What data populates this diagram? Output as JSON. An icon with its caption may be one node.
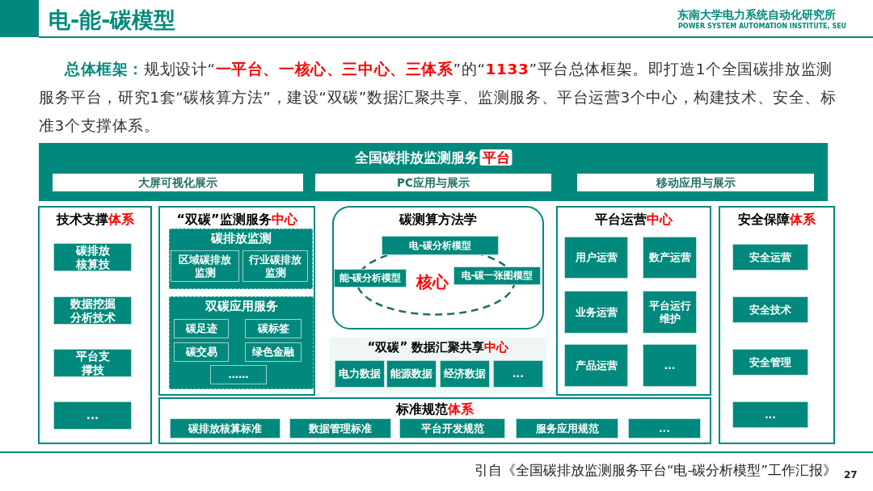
{
  "diagram": {
    "title": "电-能-碳模型",
    "caption": "引自《全国碳排放监测服务平台“电-碳分析模型”工作汇报》",
    "nodes": [
      {
        "text": [
          "全国碳排放监测服务**平台**"
        ]
      },
      {
        "text": [
          "大屏可视化展示"
        ],
        "in": 0
      },
      {
        "text": [
          "PC应用与展示"
        ],
        "in": 0
      },
      {
        "text": [
          "移动应用与展示"
        ],
        "in": 0
      },
      {
        "text": [
          "技术支撑**体系**"
        ]
      },
      {
        "text": [
          "碳排放核算技"
        ],
        "in": 4
      },
      {
        "text": [
          "数据挖掘分析技术"
        ],
        "in": 4
      },
      {
        "text": [
          "平台支撑技"
        ],
        "in": 4
      },
      {
        "text": [
          "..."
        ],
        "in": 4
      },
      {
        "text": [
          "“双碳”监测服务**中心**"
        ]
      },
      {
        "text": [
          "碳排放监测"
        ],
        "in": 9
      },
      {
        "text": [
          "区域碳排放监测"
        ],
        "in": 10
      },
      {
        "text": [
          "行业碳排放监测"
        ],
        "in": 10
      },
      {
        "text": [
          "双碳应用服务"
        ],
        "in": 9
      },
      {
        "text": [
          "碳足迹"
        ],
        "in": 13
      },
      {
        "text": [
          "碳标签"
        ],
        "in": 13
      },
      {
        "text": [
          "碳交易"
        ],
        "in": 13
      },
      {
        "text": [
          "绿色金融"
        ],
        "in": 13
      },
      {
        "text": [
          "……"
        ],
        "in": 13
      },
      {
        "text": [
          "碳测算方法学"
        ]
      },
      {
        "text": [
          "电-碳分析模型"
        ],
        "in": 19
      },
      {
        "text": [
          "能-碳分析模型"
        ],
        "in": 19
      },
      {
        "text": [
          "核心"
        ],
        "in": 19
      },
      {
        "text": [
          "电-碳一张图模型"
        ],
        "in": 19
      },
      {
        "text": [
          "“双碳” 数据汇聚共享**中心**"
        ]
      },
      {
        "text": [
          "电力数据"
        ],
        "in": 24
      },
      {
        "text": [
          "能源数据"
        ],
        "in": 24
      },
      {
        "text": [
          "经济数据"
        ],
        "in": 24
      },
      {
        "text": [
          "..."
        ],
        "in": 24
      },
      {
        "text": [
          "平台运营**中心**"
        ]
      },
      {
        "text": [
          "用户运营"
        ],
        "in": 29
      },
      {
        "text": [
          "数产运营"
        ],
        "in": 29
      },
      {
        "text": [
          "业务运营"
        ],
        "in": 29
      },
      {
        "text": [
          "平台运行维护"
        ],
        "in": 29
      },
      {
        "text": [
          "产品运营"
        ],
        "in": 29
      },
      {
        "text": [
          "..."
        ],
        "in": 29
      },
      {
        "text": [
          "安全保障**体系**"
        ]
      },
      {
        "text": [
          "安全运营"
        ],
        "in": 36
      },
      {
        "text": [
          "安全技术"
        ],
        "in": 36
      },
      {
        "text": [
          "安全管理"
        ],
        "in": 36
      },
      {
        "text": [
          "..."
        ],
        "in": 36
      },
      {
        "text": [
          "标准规范**体系**"
        ]
      },
      {
        "text": [
          "碳排放核算标准"
        ],
        "in": 41
      },
      {
        "text": [
          "数据管理标准"
        ],
        "in": 41
      },
      {
        "text": [
          "平台开发规范"
        ],
        "in": 41
      },
      {
        "text": [
          "服务应用规范"
        ],
        "in": 41
      },
      {
        "text": [
          "..."
        ],
        "in": 41
      }
    ],
    "labels": [
      "东南大学电力系统自动化研究所",
      "POWER SYSTEM AUTOMATION INSTITUTE, SEU",
      "**总体框架：**规划设计“**一平台、一核心、三中心、三体系**”的“**1133**”平台总体框架。即打造1个全国碳排放监测服务平台，研究1套“碳核算方法”，建设“双碳”数据汇聚共享、监测服务、平台运营3个中心，构建技术、安全、标准3个支撑体系。",
      "27"
    ]
  }
}
